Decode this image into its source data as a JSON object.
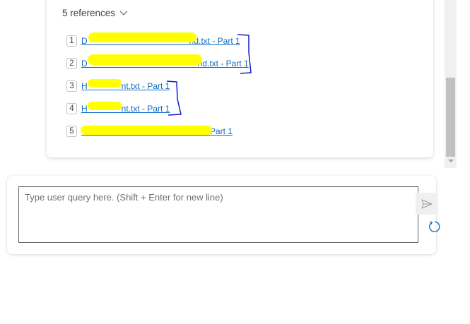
{
  "references": {
    "toggle_label": "5 references",
    "items": [
      {
        "num": "1",
        "label": "D            nd.txt - Part 1",
        "visible_suffix": "nd.txt - Part 1"
      },
      {
        "num": "2",
        "label": "D             nd.txt - Part 1",
        "visible_suffix": "nd.txt - Part 1"
      },
      {
        "num": "3",
        "label": "H    nt.txt - Part 1",
        "visible_suffix": "nt.txt - Part 1"
      },
      {
        "num": "4",
        "label": "H    nt.txt - Part 1",
        "visible_suffix": "nt.txt - Part 1"
      },
      {
        "num": "5",
        "label": "              t - Part 1",
        "visible_suffix": "t - Part 1"
      }
    ]
  },
  "composer": {
    "placeholder": "Type user query here. (Shift + Enter for new line)",
    "value": ""
  },
  "icons": {
    "send": "send-icon",
    "refresh": "refresh-icon",
    "chevron": "chevron-down-icon"
  },
  "colors": {
    "link": "#0f6cbd",
    "redaction": "#ffff00",
    "annotation_bracket": "#1a1acc"
  }
}
